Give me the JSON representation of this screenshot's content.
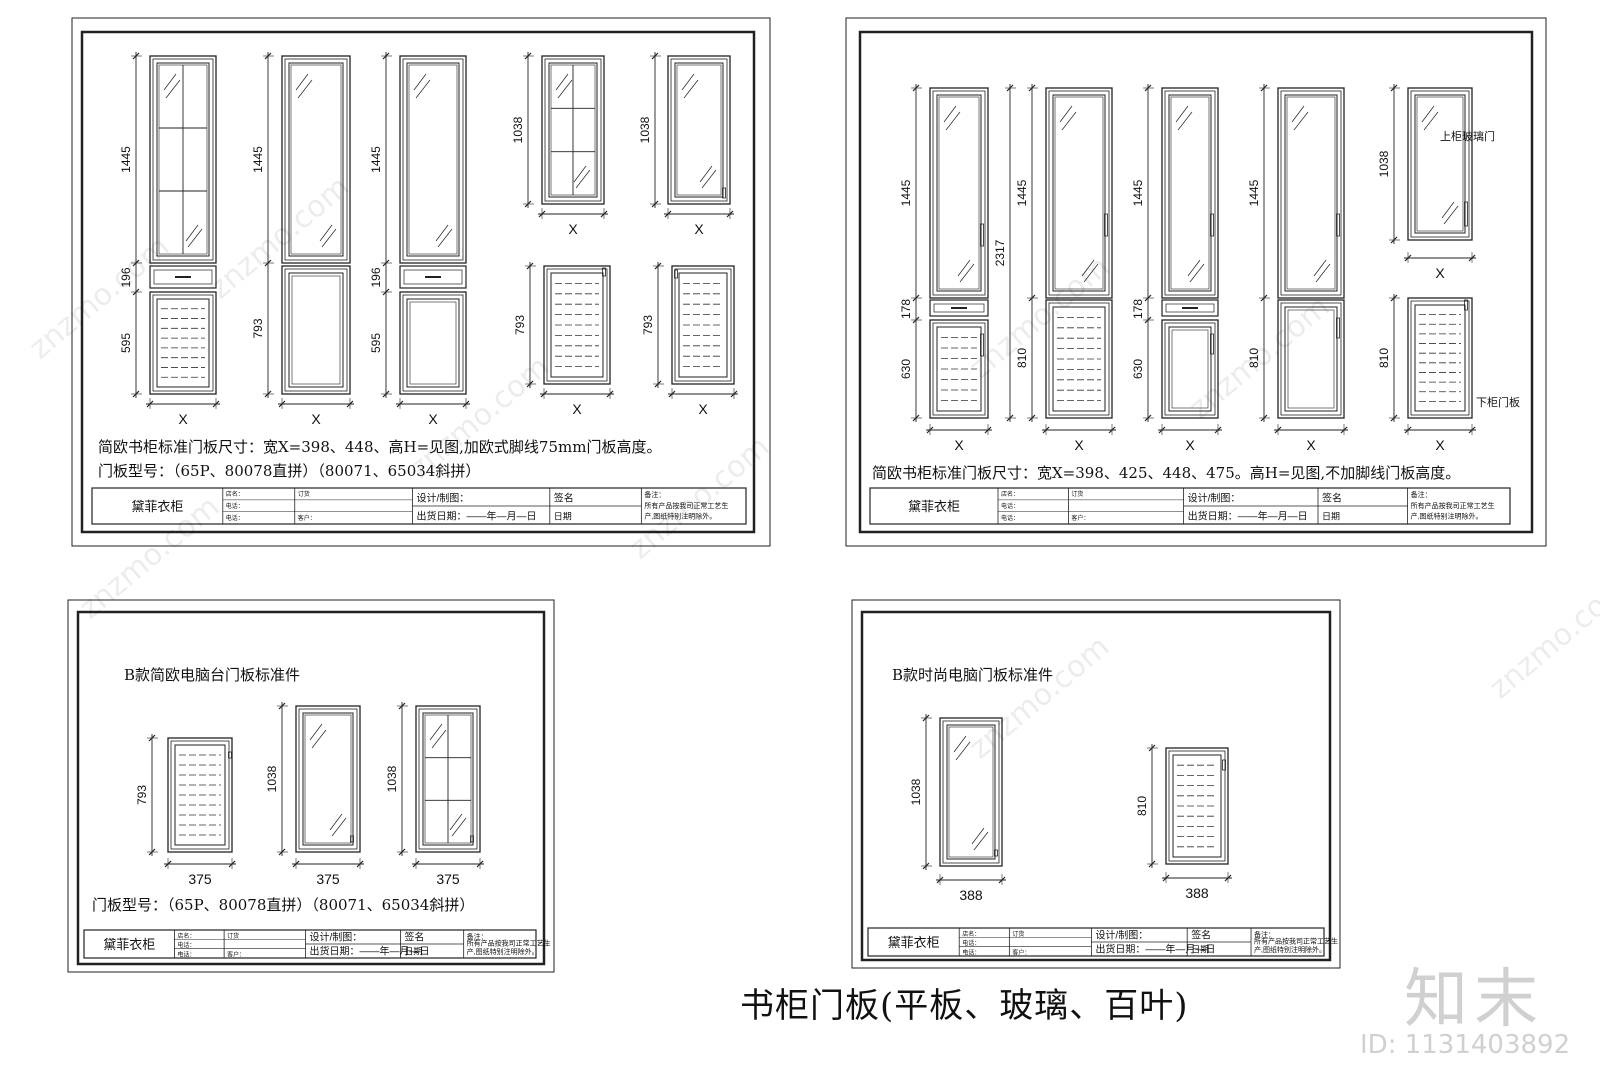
{
  "sheet_title": "书柜门板(平板、玻璃、百叶)",
  "watermark": {
    "logo": "知末",
    "id": "ID: 1131403892",
    "site": "znzmo.com"
  },
  "panels": [
    {
      "width_label": "X",
      "note_lines": [
        "简欧书柜标准门板尺寸：宽X=398、448、高H=见图,加欧式脚线75mm门板高度。",
        "门板型号：（65P、80078直拼）（80071、65034斜拼）"
      ],
      "doors": [
        {
          "kind": "glass-grid",
          "dims": [
            "1445",
            "196",
            "595"
          ]
        },
        {
          "kind": "glass-panel",
          "dims": [
            "1445",
            "793"
          ]
        },
        {
          "kind": "glass-drawer",
          "dims": [
            "1445",
            "196",
            "595"
          ]
        },
        {
          "kind": "grid-upper",
          "dims": [
            "1038"
          ]
        },
        {
          "kind": "glass-upper",
          "dims": [
            "1038"
          ]
        },
        {
          "kind": "louver",
          "dims": [
            "793"
          ]
        },
        {
          "kind": "louver",
          "dims": [
            "793"
          ]
        }
      ]
    },
    {
      "width_label": "X",
      "note_lines": [
        "简欧书柜标准门板尺寸：宽X=398、425、448、475。高H=见图,不加脚线门板高度。"
      ],
      "labels": {
        "upper": "上柜玻璃门",
        "lower": "下柜门板"
      },
      "doors": [
        {
          "kind": "tall-drawer-louver",
          "dims": [
            "1445",
            "178",
            "630"
          ],
          "extra": "2317"
        },
        {
          "kind": "tall-louver",
          "dims": [
            "1445",
            "810"
          ]
        },
        {
          "kind": "tall-drawer-plain",
          "dims": [
            "1445",
            "178",
            "630"
          ]
        },
        {
          "kind": "tall-plain",
          "dims": [
            "1445",
            "810"
          ]
        },
        {
          "kind": "upper-glass",
          "dims": [
            "1038"
          ]
        },
        {
          "kind": "lower-louver",
          "dims": [
            "810"
          ]
        }
      ]
    },
    {
      "title": "B款简欧电脑台门板标准件",
      "note_lines": [
        "门板型号：（65P、80078直拼）（80071、65034斜拼）"
      ],
      "doors": [
        {
          "kind": "louver",
          "dims": [
            "793"
          ],
          "width": "375"
        },
        {
          "kind": "glass",
          "dims": [
            "1038"
          ],
          "width": "375"
        },
        {
          "kind": "grid",
          "dims": [
            "1038"
          ],
          "width": "375"
        }
      ]
    },
    {
      "title": "B款时尚电脑门板标准件",
      "note_lines": [],
      "doors": [
        {
          "kind": "glass",
          "dims": [
            "1038"
          ],
          "width": "388"
        },
        {
          "kind": "louver",
          "dims": [
            "810"
          ],
          "width": "388"
        }
      ]
    }
  ],
  "title_block": {
    "company": "黛菲衣柜",
    "cells": [
      "店名：",
      "订货",
      "设计/制图：",
      "签名",
      "备注：",
      "电话：",
      "客户：",
      "出货日期：",
      "日期"
    ],
    "date_line": "出货日期：——年—月—日",
    "remark": "所有产品按我司正常工艺生产,图纸特别注明除外。"
  }
}
